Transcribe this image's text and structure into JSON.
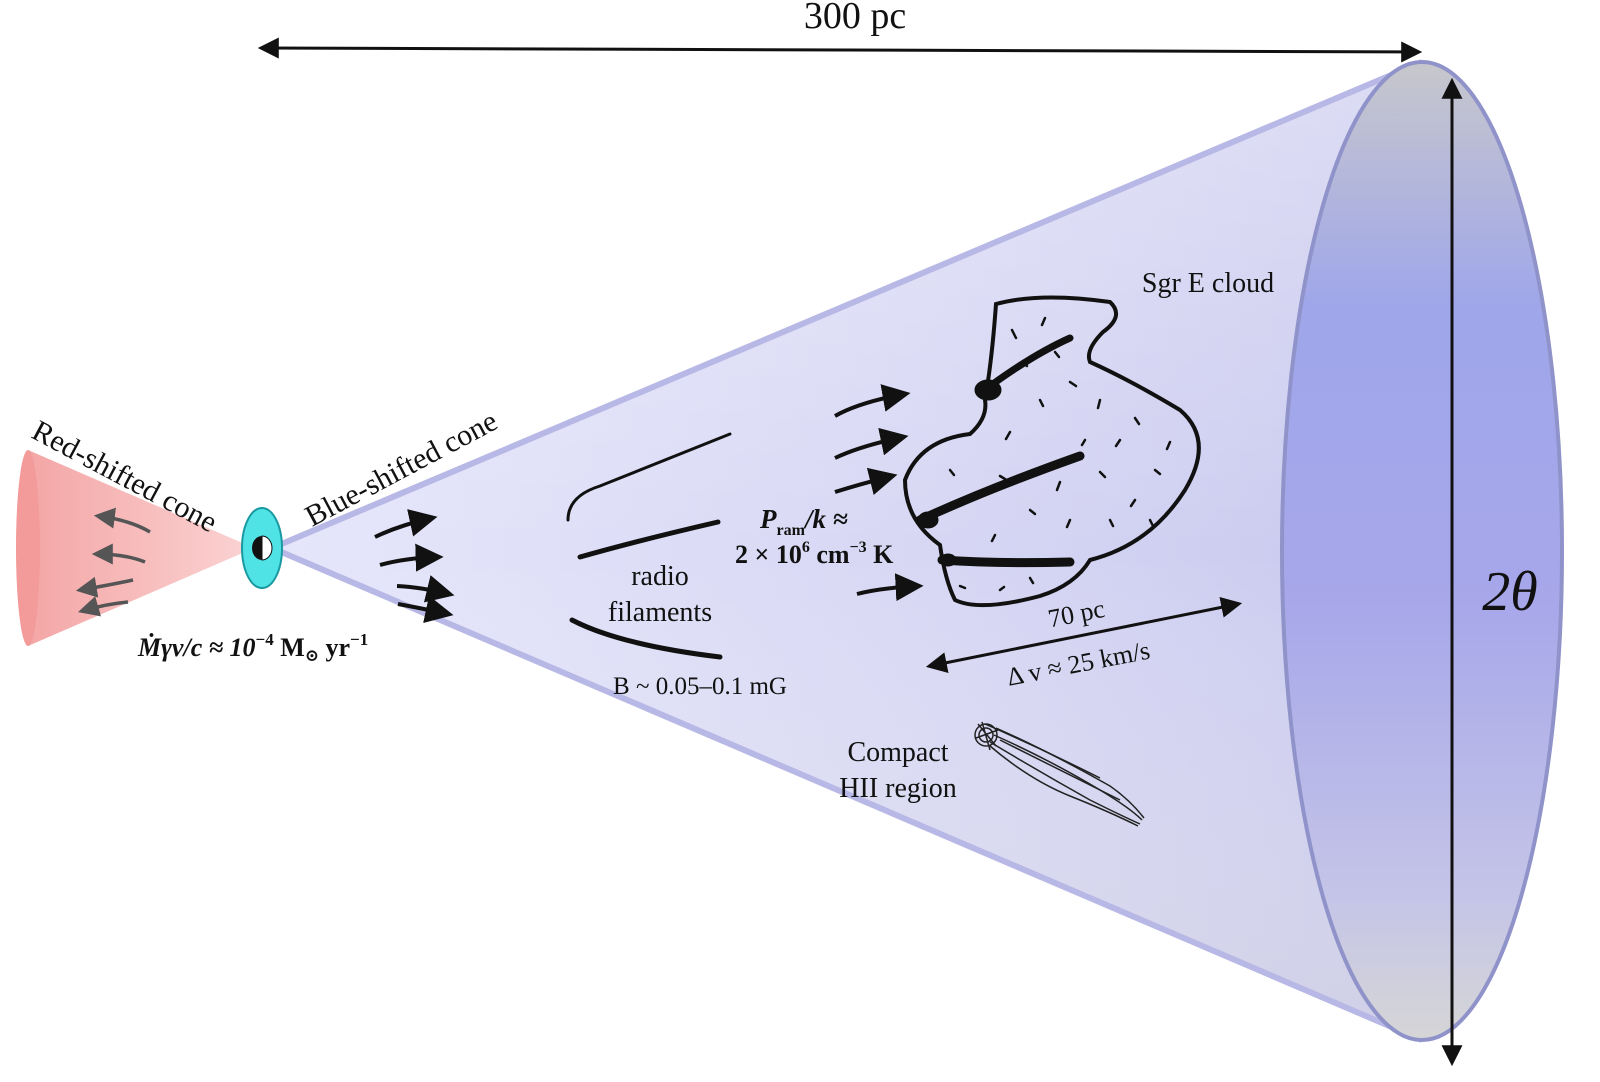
{
  "labels": {
    "scale_top": "300 pc",
    "angle": "2θ",
    "red_cone": "Red-shifted cone",
    "blue_cone": "Blue-shifted cone",
    "mdot_main": "Ṁγv/c ≈ 10",
    "mdot_exp": "−4",
    "mdot_unit": " M",
    "mdot_sun": "⊙",
    "mdot_yr": " yr",
    "mdot_yr_exp": "−1",
    "radio_line1": "radio",
    "radio_line2": "filaments",
    "bfield": "B ~ 0.05–0.1 mG",
    "pram_line1_a": "P",
    "pram_line1_sub": "ram",
    "pram_line1_b": "/k ≈",
    "pram_line2_a": "2 × 10",
    "pram_line2_exp": "6",
    "pram_line2_b": " cm",
    "pram_line2_exp2": "−3",
    "pram_line2_c": " K",
    "sgre": "Sgr E cloud",
    "cloud_size": "70 pc",
    "dv": "Δ v ≈ 25 km/s",
    "hii_line1": "Compact",
    "hii_line2": "HII region"
  },
  "colors": {
    "red_cone": "#f49a9a",
    "blue_cone": "#c9c9f1",
    "ellipse_fill": "#9fa3ea",
    "ellipse_edge": "#8f93c9",
    "core": "#4fe3e6",
    "ink": "#111111",
    "gray_arrow": "#555555"
  }
}
